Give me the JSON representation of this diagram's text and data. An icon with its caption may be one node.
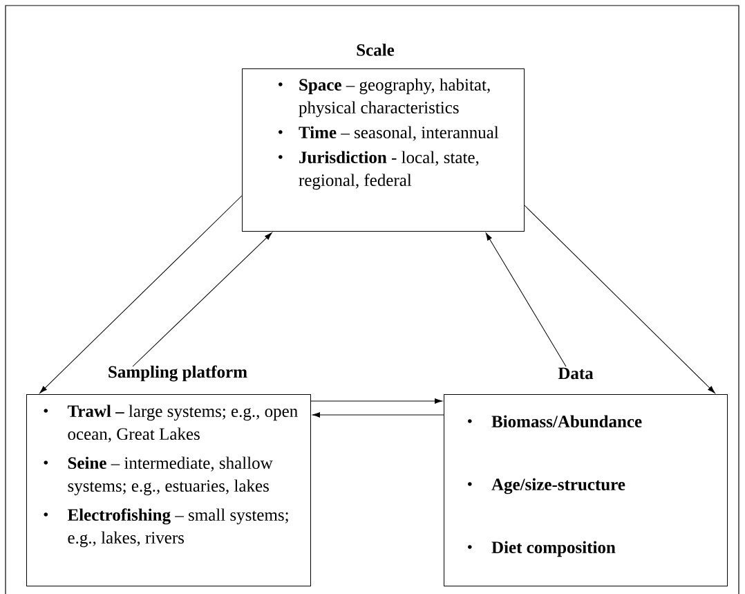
{
  "diagram": {
    "nodes": [
      {
        "text": [
          "Scale",
          "**Space** – geography, habitat, physical characteristics",
          "**Time** – seasonal, interannual",
          "**Jurisdiction** - local, state, regional, federal"
        ]
      },
      {
        "text": [
          "Sampling platform",
          "**Trawl –** large systems; e.g., open ocean, Great Lakes",
          "**Seine** – intermediate, shallow systems; e.g., estuaries, lakes",
          "**Electrofishing** – small systems; e.g., lakes, rivers"
        ]
      },
      {
        "text": [
          "Data",
          "Biomass/Abundance",
          "Age/size-structure",
          "Diet composition"
        ]
      }
    ],
    "edges": [
      {
        "from": 0,
        "to": 1,
        "arrow": "to"
      },
      {
        "from": 1,
        "to": 0,
        "arrow": "to"
      },
      {
        "from": 2,
        "to": 0,
        "arrow": "to"
      },
      {
        "from": 0,
        "to": 2,
        "arrow": "to"
      },
      {
        "from": 1,
        "to": 2,
        "arrow": "to"
      },
      {
        "from": 2,
        "to": 1,
        "arrow": "to"
      }
    ]
  }
}
